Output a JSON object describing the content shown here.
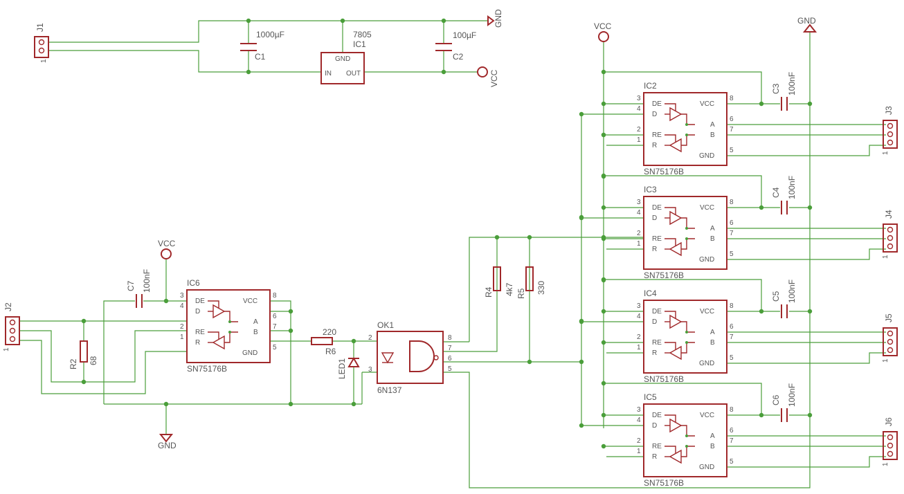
{
  "colors": {
    "wire": "#4a9e3a",
    "symbol": "#a0282a",
    "text": "#555555",
    "background": "#ffffff"
  },
  "power": {
    "vcc": "VCC",
    "gnd": "GND"
  },
  "connectors": {
    "j1": "J1",
    "j2": "J2",
    "j3": "J3",
    "j4": "J4",
    "j5": "J5",
    "j6": "J6",
    "pin1": "1"
  },
  "regulator": {
    "name": "IC1",
    "value": "7805",
    "pin_gnd": "GND",
    "pin_in": "IN",
    "pin_out": "OUT"
  },
  "capacitors": {
    "c1": {
      "name": "C1",
      "value": "1000µF"
    },
    "c2": {
      "name": "C2",
      "value": "100µF"
    },
    "c3": {
      "name": "C3",
      "value": "100nF"
    },
    "c4": {
      "name": "C4",
      "value": "100nF"
    },
    "c5": {
      "name": "C5",
      "value": "100nF"
    },
    "c6": {
      "name": "C6",
      "value": "100nF"
    },
    "c7": {
      "name": "C7",
      "value": "100nF"
    }
  },
  "resistors": {
    "r2": {
      "name": "R2",
      "value": "68"
    },
    "r4": {
      "name": "R4",
      "value": "4k7"
    },
    "r5": {
      "name": "R5",
      "value": "330"
    },
    "r6": {
      "name": "R6",
      "value": "220"
    }
  },
  "led": {
    "name": "LED1"
  },
  "optocoupler": {
    "name": "OK1",
    "value": "6N137",
    "pins": [
      "2",
      "3",
      "8",
      "7",
      "6",
      "5"
    ]
  },
  "transceivers": {
    "part": "SN75176B",
    "pin_labels": {
      "de": "DE",
      "d": "D",
      "re": "RE",
      "r": "R",
      "vcc": "VCC",
      "a": "A",
      "b": "B",
      "gnd": "GND"
    },
    "pin_numbers": {
      "de": "3",
      "d": "4",
      "re": "2",
      "r": "1",
      "vcc": "8",
      "a": "6",
      "b": "7",
      "gnd": "5"
    },
    "units": [
      "IC2",
      "IC3",
      "IC4",
      "IC5",
      "IC6"
    ]
  }
}
